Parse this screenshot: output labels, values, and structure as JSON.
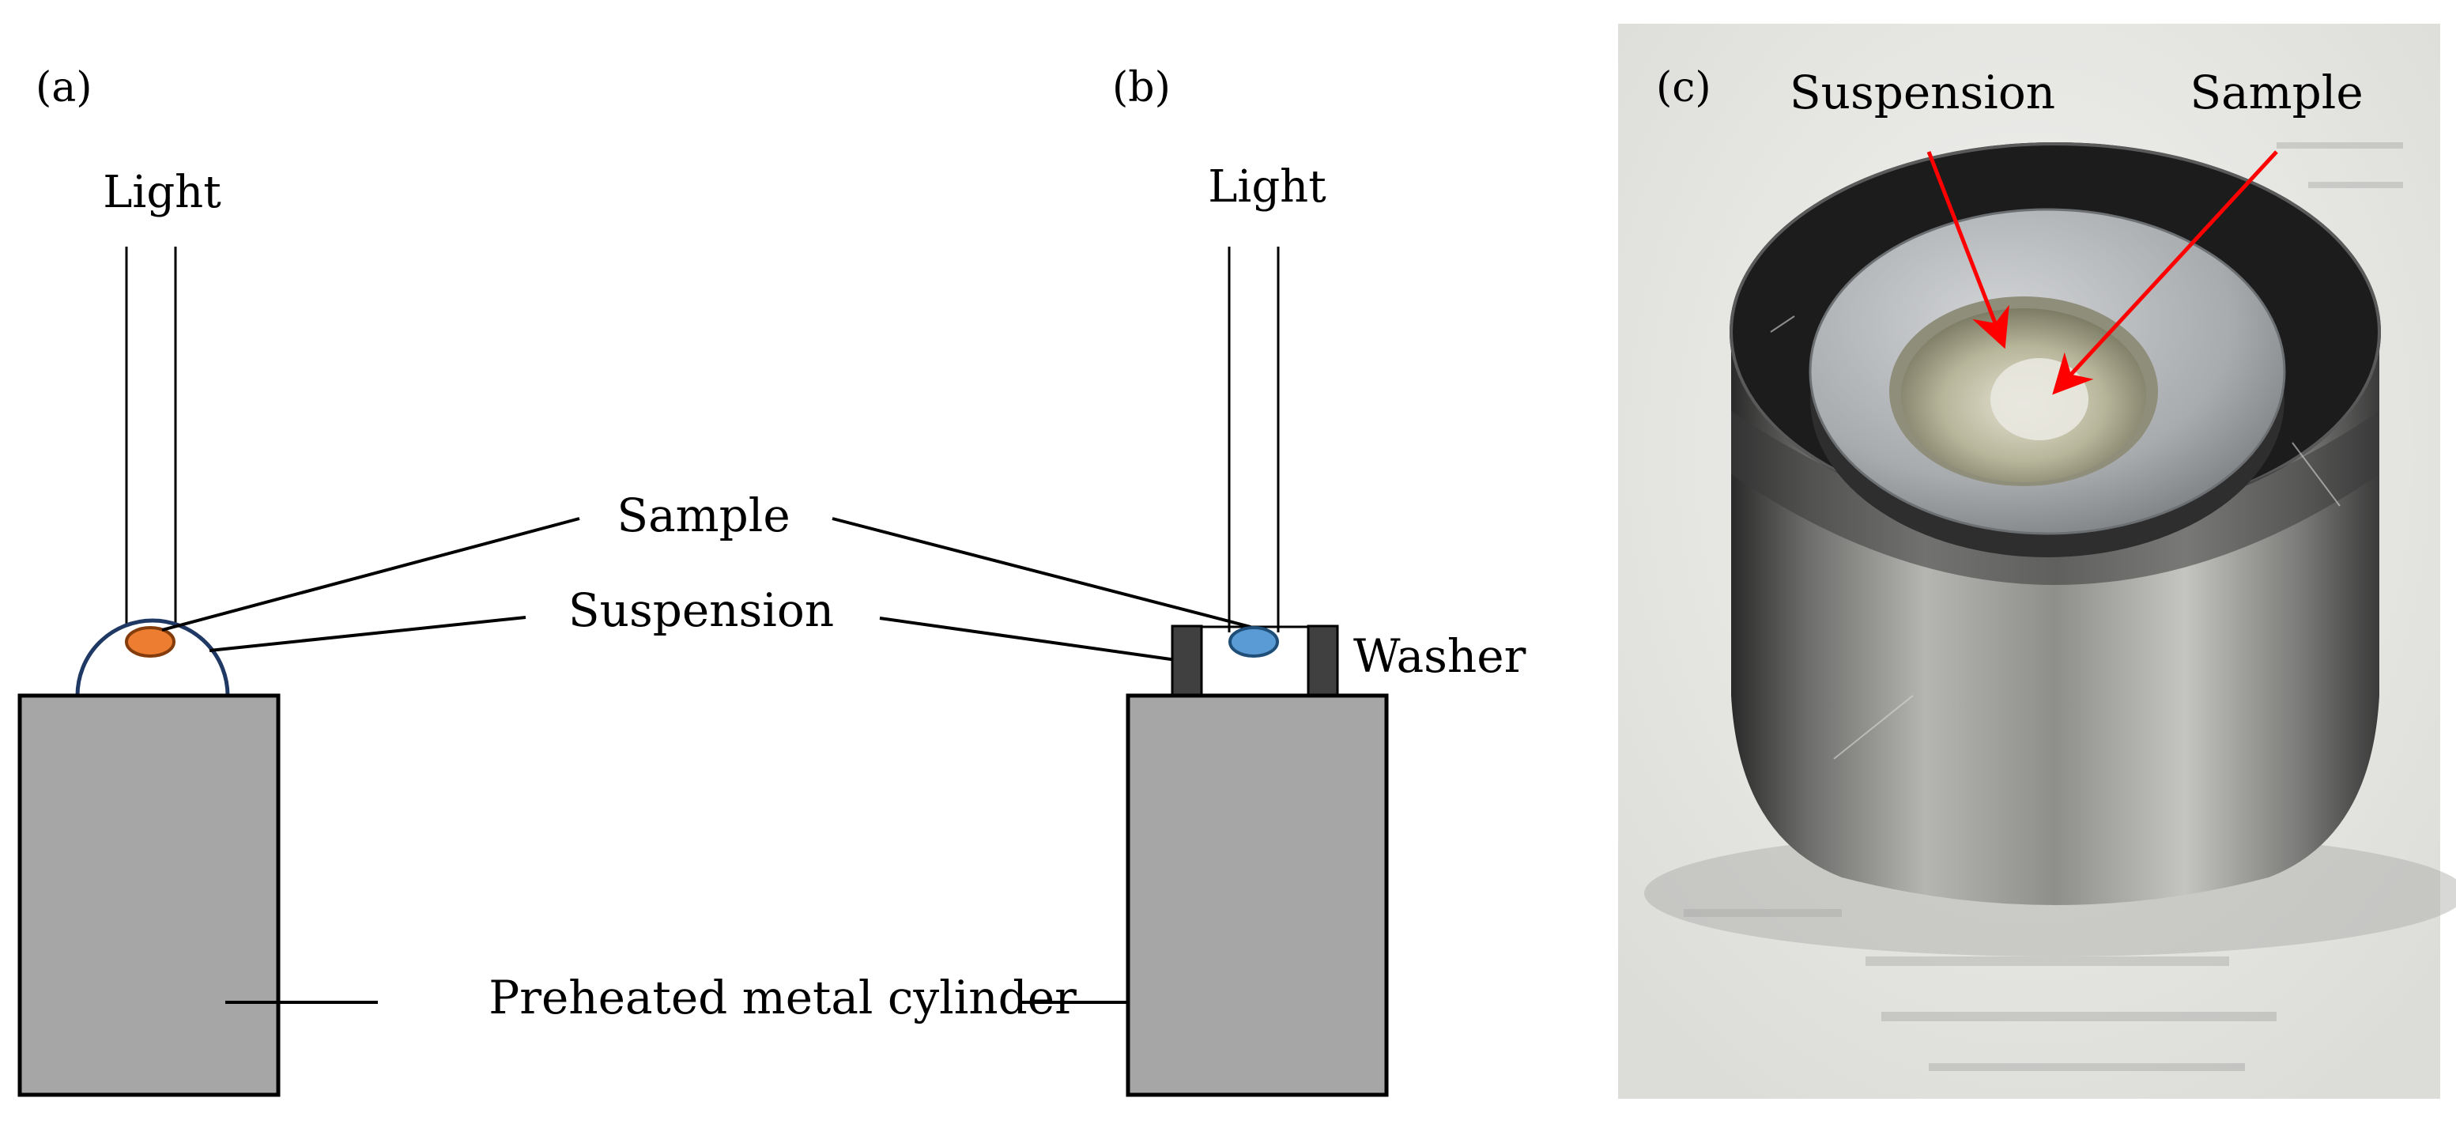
{
  "panel_a": {
    "label": "(a)",
    "light_label": "Light",
    "sample_label": "Sample",
    "suspension_label": "Suspension",
    "sample_color": "#ED7D31",
    "cylinder_color": "#A6A6A6",
    "suspension_outline_color": "#1F3864"
  },
  "panel_b": {
    "label": "(b)",
    "light_label": "Light",
    "washer_label": "Washer",
    "sample_color": "#5B9BD5",
    "washer_color": "#404040",
    "cylinder_color": "#A6A6A6"
  },
  "shared": {
    "cylinder_label": "Preheated metal cylinder"
  },
  "panel_c": {
    "label": "(c)",
    "suspension_label": "Suspension",
    "sample_label": "Sample",
    "arrow_color": "#FF0000"
  }
}
